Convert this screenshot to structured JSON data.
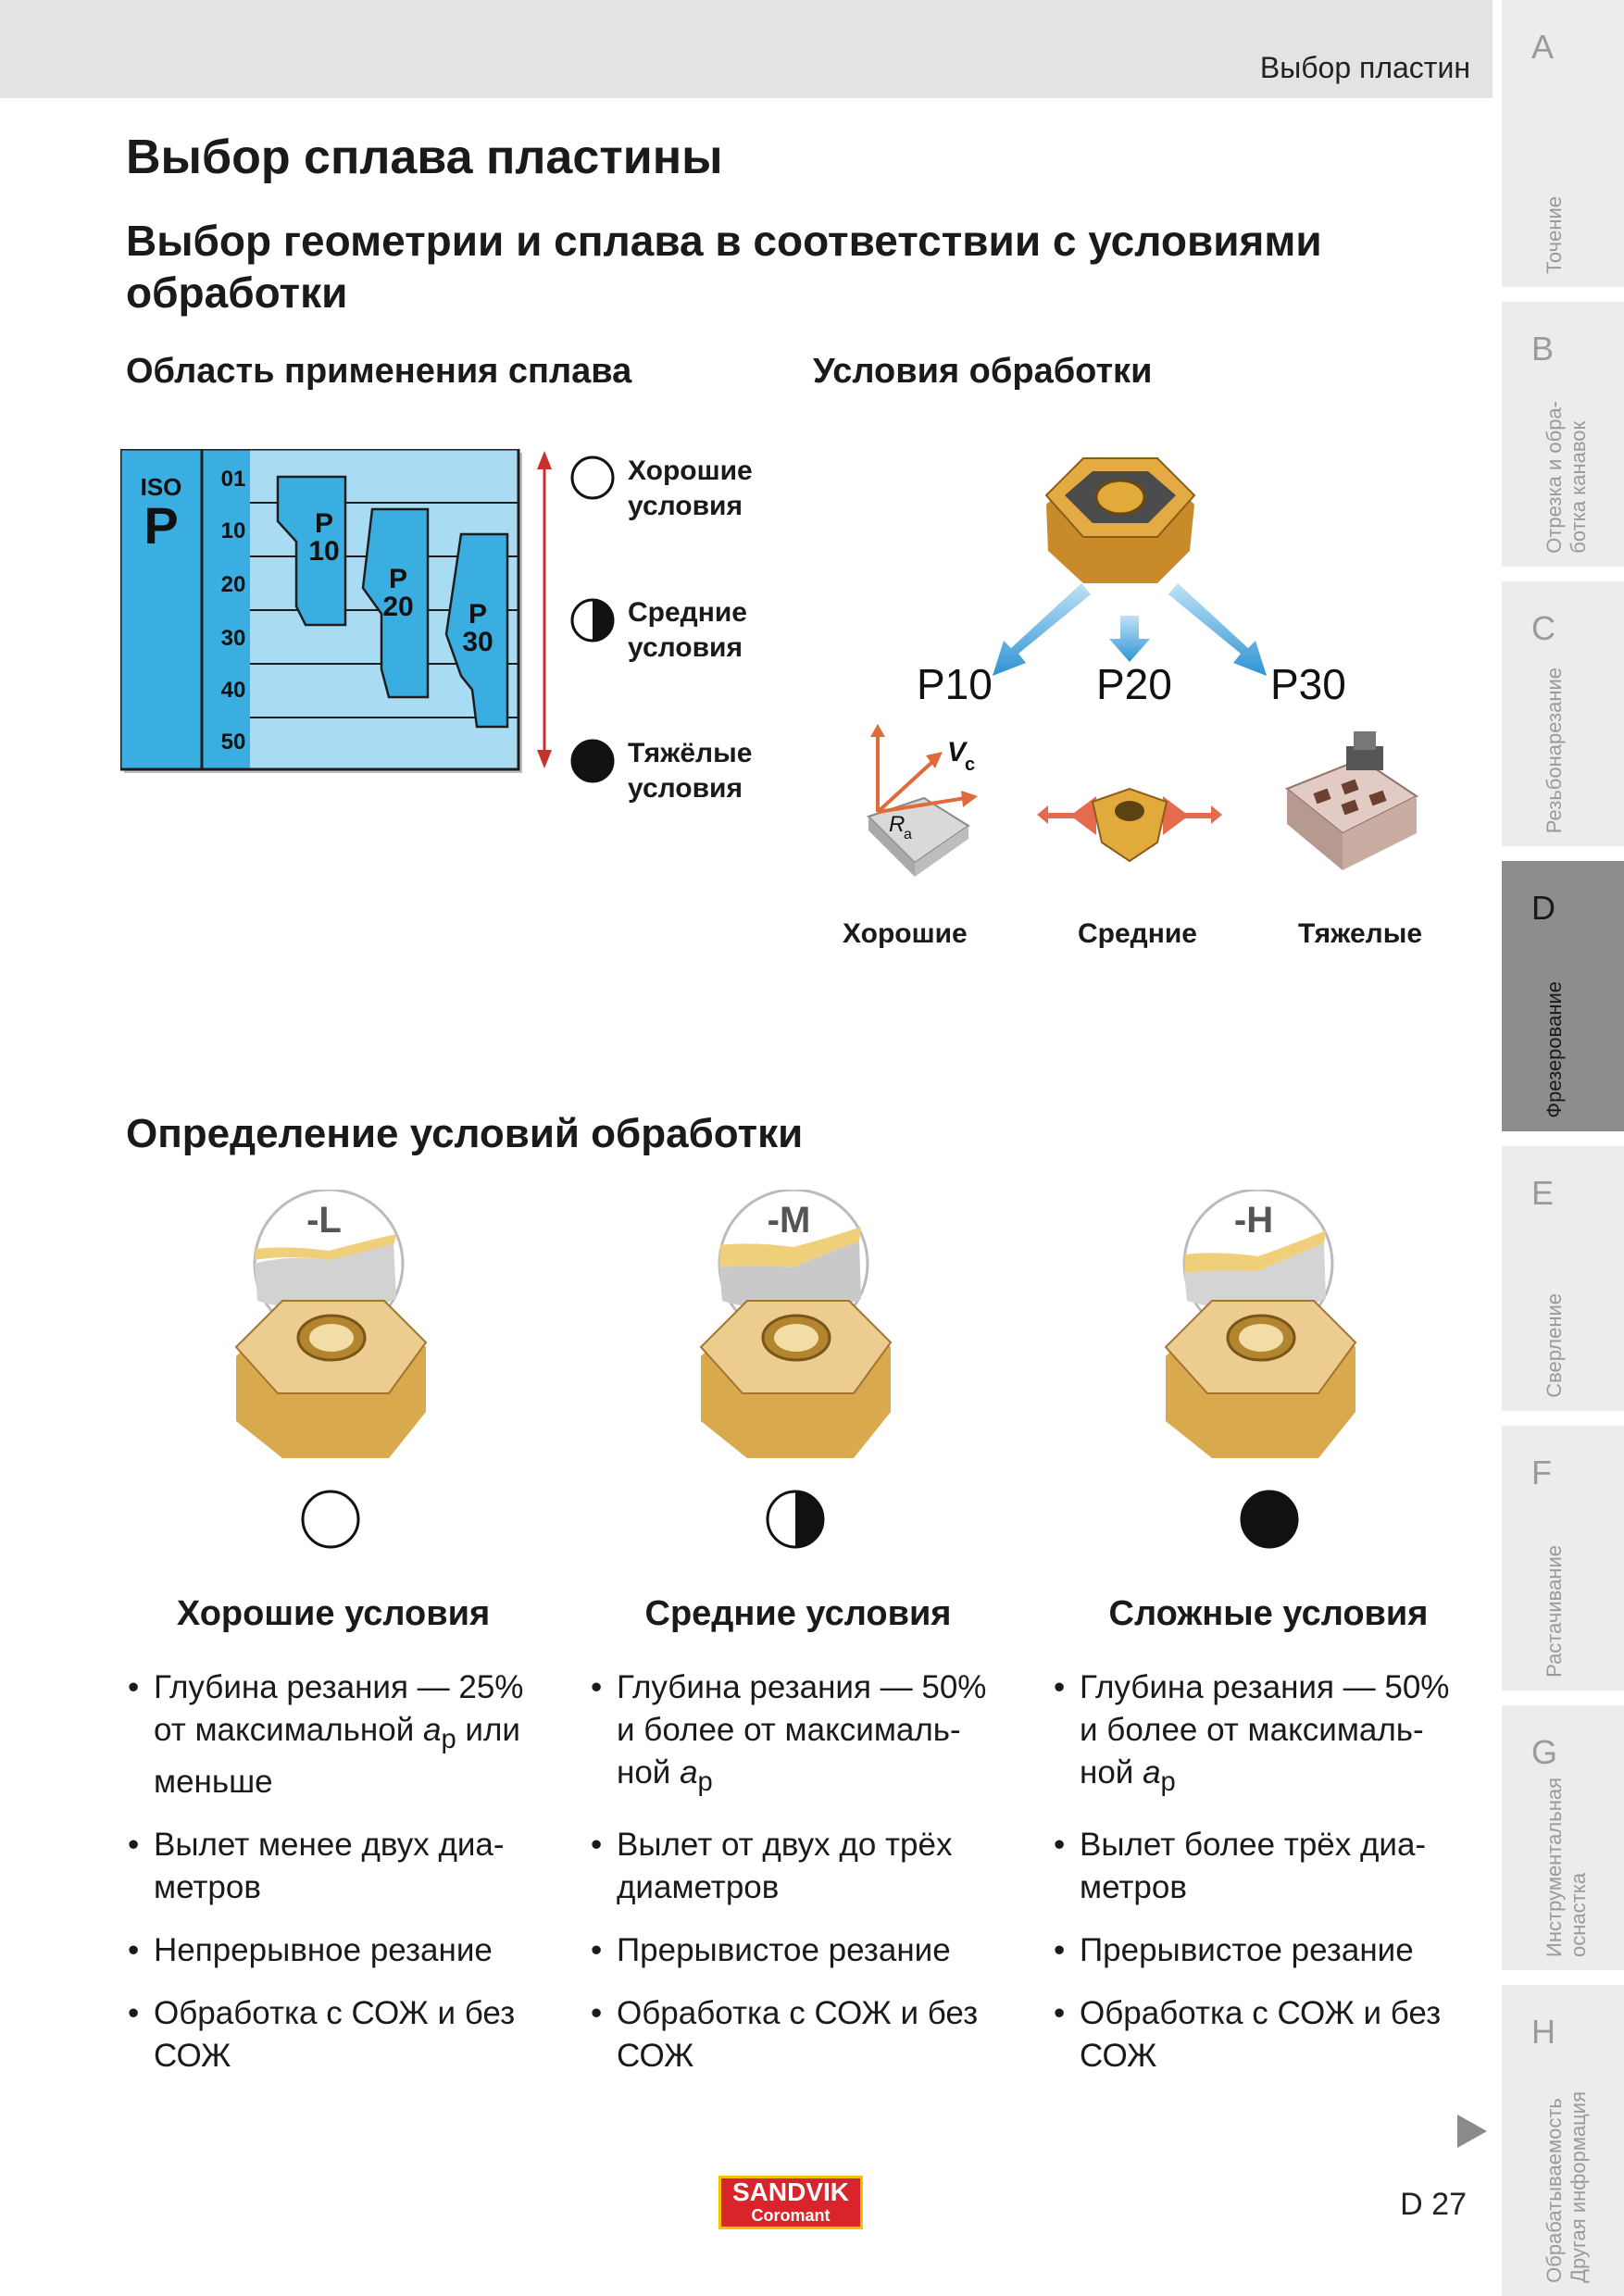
{
  "header": {
    "section": "Выбор пластин"
  },
  "title": "Выбор сплава пластины",
  "subtitle": "Выбор геометрии и сплава в соответствии с условиями обработки",
  "alloy_section": {
    "heading": "Область применения сплава",
    "iso_label": "ISO",
    "iso_group": "P",
    "scale": [
      "01",
      "10",
      "20",
      "30",
      "40",
      "50"
    ],
    "grades": [
      {
        "top": "P",
        "bottom": "10"
      },
      {
        "top": "P",
        "bottom": "20"
      },
      {
        "top": "P",
        "bottom": "30"
      }
    ],
    "legend": [
      {
        "symbol": "empty-circle",
        "text": "Хорошие\nусловия"
      },
      {
        "symbol": "half-circle",
        "text": "Средние\nусловия"
      },
      {
        "symbol": "filled-circle",
        "text": "Тяжёлые\nусловия"
      }
    ]
  },
  "conditions_section": {
    "heading": "Условия обработки",
    "grades": [
      "P10",
      "P20",
      "P30"
    ],
    "vc_label": "V",
    "vc_sub": "c",
    "ra_label": "R",
    "ra_sub": "a",
    "labels": [
      "Хорошие",
      "Средние",
      "Тяжелые"
    ]
  },
  "definition_section": {
    "heading": "Определение условий обработки",
    "columns": [
      {
        "code": "-L",
        "symbol": "empty-circle",
        "title": "Хорошие условия",
        "bullets": [
          {
            "text": "Глубина резания — 25% от максимальной ",
            "ital": "a",
            "sub": "p",
            "tail": " или меньше"
          },
          {
            "text": "Вылет менее двух диа-метров"
          },
          {
            "text": "Непрерывное резание"
          },
          {
            "text": "Обработка с СОЖ и без СОЖ"
          }
        ]
      },
      {
        "code": "-M",
        "symbol": "half-circle",
        "title": "Средние условия",
        "bullets": [
          {
            "text": "Глубина резания — 50% и более от максималь-ной ",
            "ital": "a",
            "sub": "p",
            "tail": ""
          },
          {
            "text": "Вылет от двух до трёх диаметров"
          },
          {
            "text": "Прерывистое резание"
          },
          {
            "text": "Обработка с СОЖ и без СОЖ"
          }
        ]
      },
      {
        "code": "-H",
        "symbol": "filled-circle",
        "title": "Сложные условия",
        "bullets": [
          {
            "text": "Глубина резания — 50% и более от максималь-ной ",
            "ital": "a",
            "sub": "p",
            "tail": ""
          },
          {
            "text": "Вылет более трёх диа-метров"
          },
          {
            "text": "Прерывистое резание"
          },
          {
            "text": "Обработка с СОЖ и без СОЖ"
          }
        ]
      }
    ]
  },
  "side_tabs": [
    {
      "letter": "A",
      "label": "Точение",
      "active": false
    },
    {
      "letter": "B",
      "label": "Отрезка и обра-\nботка канавок",
      "active": false
    },
    {
      "letter": "C",
      "label": "Резьбонарезание",
      "active": false
    },
    {
      "letter": "D",
      "label": "Фрезерование",
      "active": true
    },
    {
      "letter": "E",
      "label": "Сверление",
      "active": false
    },
    {
      "letter": "F",
      "label": "Растачивание",
      "active": false
    },
    {
      "letter": "G",
      "label": "Инструментальная\nоснастка",
      "active": false
    },
    {
      "letter": "H",
      "label": "Обрабатываемость\nДругая информация",
      "active": false
    }
  ],
  "footer": {
    "logo_line1": "SANDVIK",
    "logo_line2": "Coromant",
    "page_number": "D 27"
  },
  "colors": {
    "chart_blue": "#3aaee0",
    "insert_gold": "#e2a93b",
    "arrow_blue": "#2f93d3",
    "arrow_red": "#d9342b",
    "tab_active": "#8d8d8d",
    "tab_inactive": "#ececec"
  }
}
